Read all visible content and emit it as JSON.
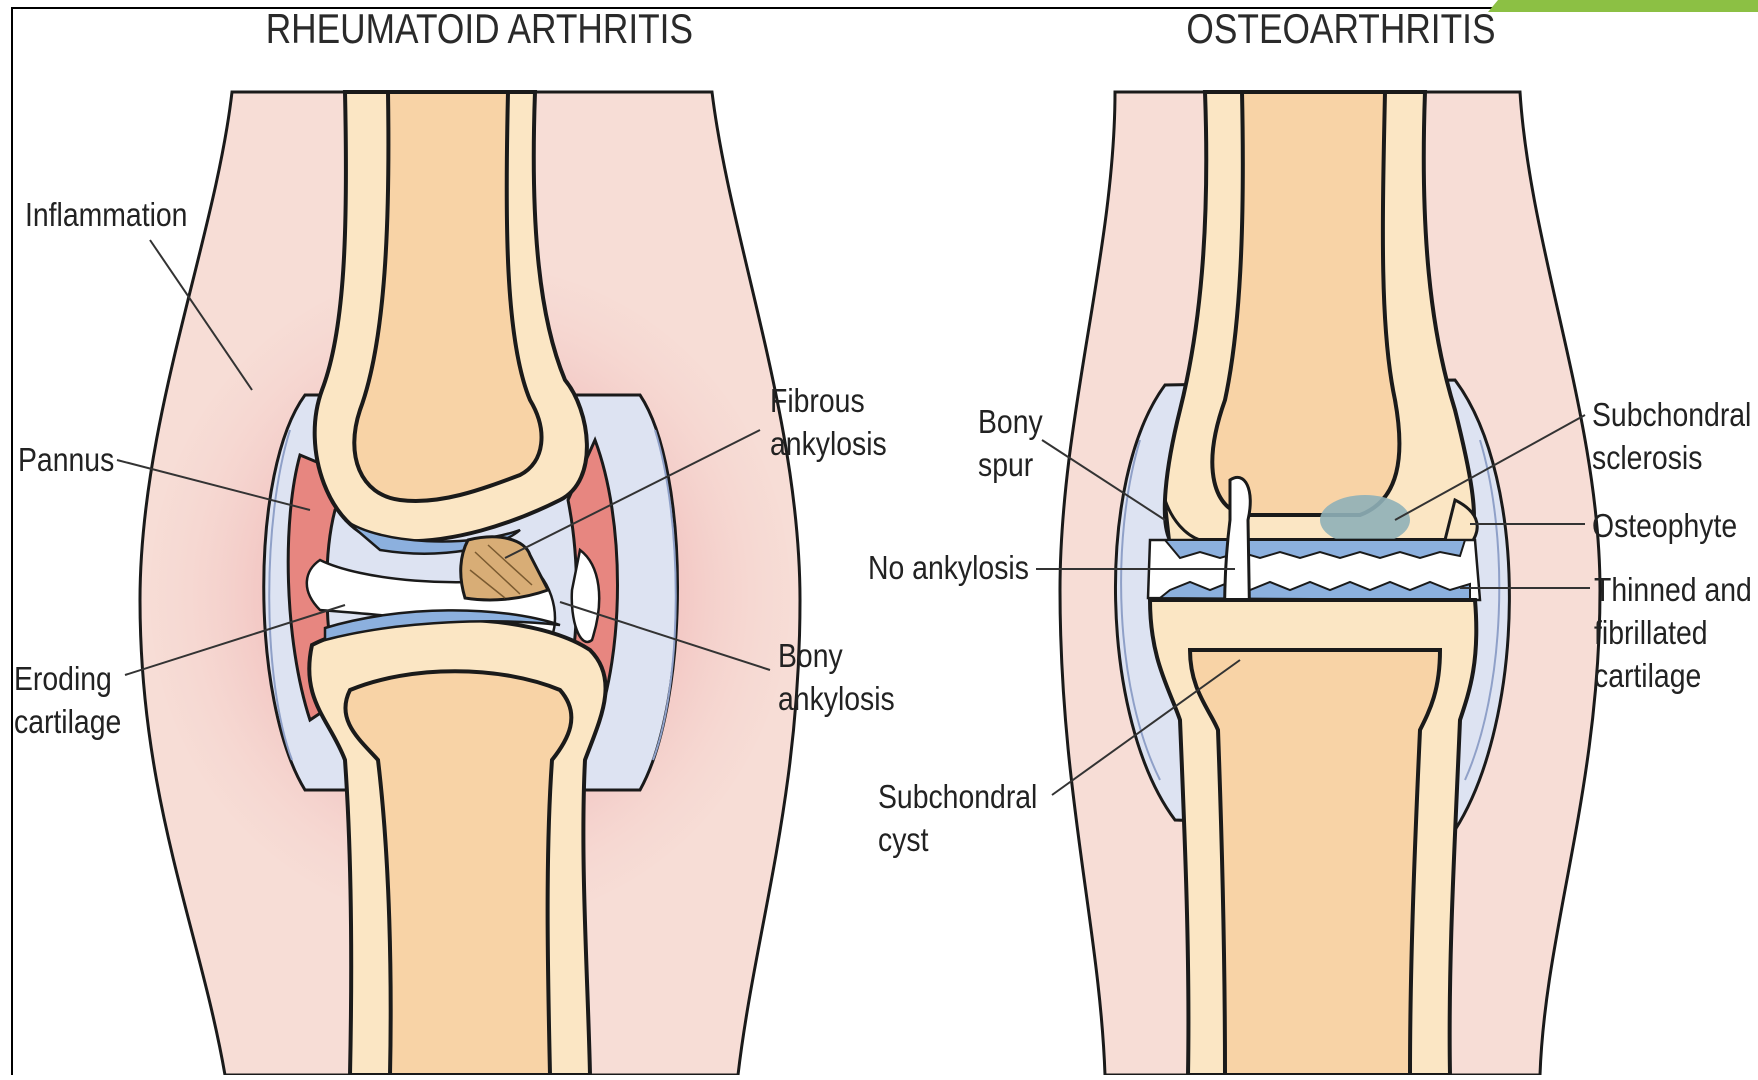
{
  "titles": {
    "left": "RHEUMATOID ARTHRITIS",
    "right": "OSTEOARTHRITIS"
  },
  "labels": {
    "ra": {
      "inflammation": "Inflammation",
      "pannus": "Pannus",
      "eroding_1": "Eroding",
      "eroding_2": "cartilage",
      "fibrous_1": "Fibrous",
      "fibrous_2": "ankylosis",
      "bony_1": "Bony",
      "bony_2": "ankylosis"
    },
    "oa": {
      "spur_1": "Bony",
      "spur_2": "spur",
      "no_ankylosis": "No ankylosis",
      "cyst_1": "Subchondral",
      "cyst_2": "cyst",
      "sclerosis_1": "Subchondral",
      "sclerosis_2": "sclerosis",
      "osteophyte": "Osteophyte",
      "thinned_1": "Thinned and",
      "thinned_2": "fibrillated",
      "thinned_3": "cartilage"
    }
  },
  "colors": {
    "skin": "#f7ddd6",
    "inflamed": "#e9a7aa",
    "bone_cortex": "#fbe6c4",
    "marrow": "#f8d3a6",
    "cartilage": "#8cb0de",
    "capsule": "#dde3f2",
    "pannus": "#e78680",
    "fibrous": "#d8ad76",
    "sclerosis": "#8fb0b8",
    "accent_green": "#8cc044"
  }
}
